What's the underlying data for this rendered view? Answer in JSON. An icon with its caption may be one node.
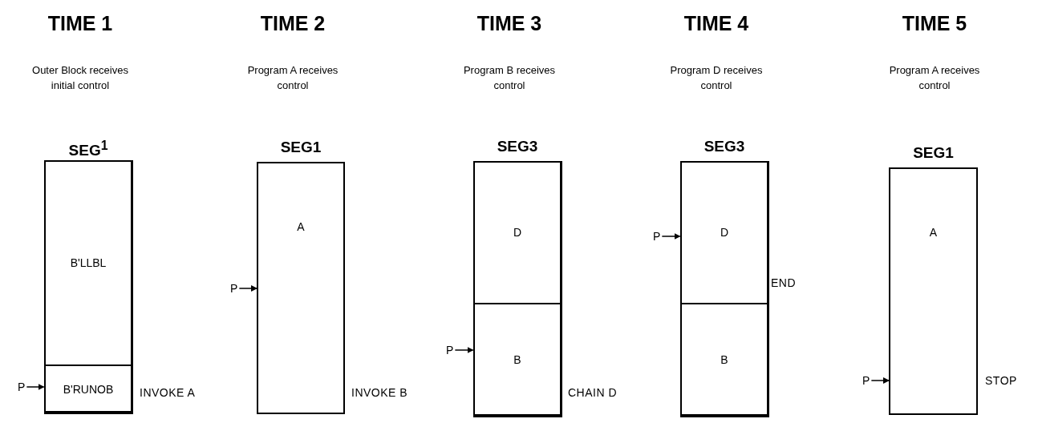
{
  "diagram": {
    "nodes": [
      {
        "text": [
          "SEG$^{1}$"
        ]
      },
      {
        "text": [
          "B'LLBL"
        ],
        "in": 0
      },
      {
        "text": [
          "B'RUNOB"
        ],
        "in": 0,
        "beside": [
          "INVOKE A"
        ]
      },
      {
        "text": [
          "P"
        ]
      },
      {
        "text": [
          "SEG1",
          "A"
        ],
        "beside": [
          "INVOKE B"
        ]
      },
      {
        "text": [
          "P"
        ]
      },
      {
        "text": [
          "SEG3"
        ]
      },
      {
        "text": [
          "D"
        ],
        "in": 6
      },
      {
        "text": [
          "B"
        ],
        "in": 6,
        "beside": [
          "CHAIN D"
        ]
      },
      {
        "text": [
          "P"
        ]
      },
      {
        "text": [
          "SEG3"
        ]
      },
      {
        "text": [
          "D"
        ],
        "in": 10,
        "beside": [
          "END"
        ]
      },
      {
        "text": [
          "B"
        ],
        "in": 10
      },
      {
        "text": [
          "P"
        ]
      },
      {
        "text": [
          "SEG1",
          "A"
        ],
        "beside": [
          "STOP"
        ]
      },
      {
        "text": [
          "P"
        ]
      }
    ],
    "edges": [
      {
        "from": 3,
        "to": 2,
        "arrow": "to"
      },
      {
        "from": 5,
        "to": 4,
        "arrow": "to"
      },
      {
        "from": 9,
        "to": 8,
        "arrow": "to"
      },
      {
        "from": 13,
        "to": 11,
        "arrow": "to"
      },
      {
        "from": 15,
        "to": 14,
        "arrow": "to"
      }
    ],
    "labels": [
      "TIME 1",
      "TIME 2",
      "TIME 3",
      "TIME 4",
      "TIME 5",
      "Outer Block receives initial control",
      "Program A receives control",
      "Program B receives control",
      "Program D receives control",
      "Program A receives control"
    ]
  }
}
